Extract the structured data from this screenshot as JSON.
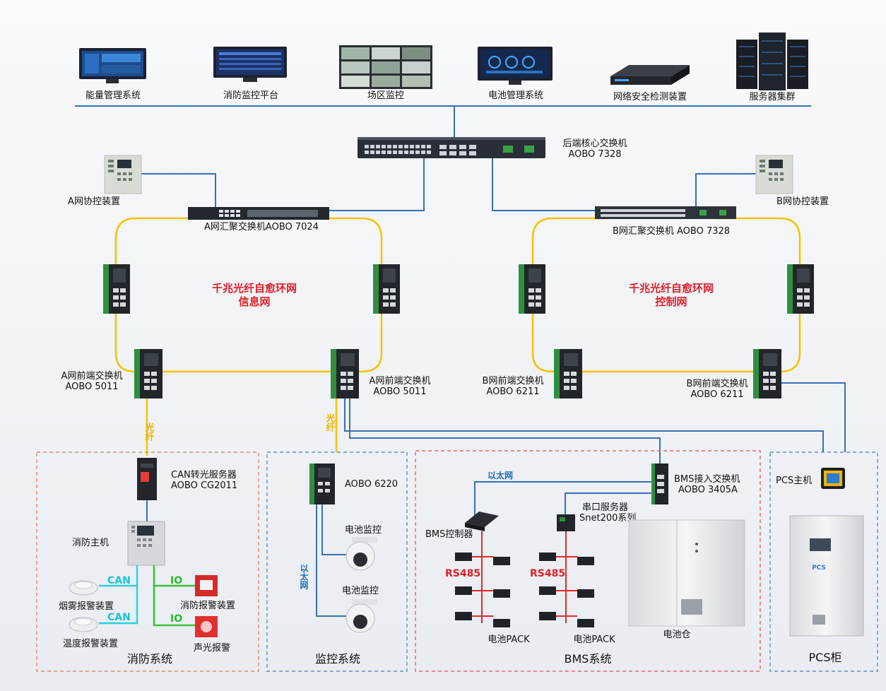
{
  "top_devices": [
    "能量管理系统",
    "消防监控平台",
    "场区监控",
    "电池管理系统",
    "网络安全检测装置",
    "服务器集群"
  ],
  "core_switch": {
    "line1": "后端核心交换机",
    "line2": "AOBO 7328"
  },
  "a_coord": "A网协控装置",
  "b_coord": "B网协控装置",
  "a_agg": "A网汇聚交换机AOBO 7024",
  "b_agg": "B网汇聚交换机 AOBO 7328",
  "ring_a": {
    "line1": "千兆光纤自愈环网",
    "line2": "信息网"
  },
  "ring_b": {
    "line1": "千兆光纤自愈环网",
    "line2": "控制网"
  },
  "a_front_left": {
    "line1": "A网前端交换机",
    "line2": "AOBO 5011"
  },
  "a_front_right": {
    "line1": "A网前端交换机",
    "line2": "AOBO 5011"
  },
  "b_front_left": {
    "line1": "B网前端交换机",
    "line2": "AOBO 6211"
  },
  "b_front_right": {
    "line1": "B网前端交换机",
    "line2": "AOBO 6211"
  },
  "fiber_label": "光纤",
  "fire": {
    "can_server": {
      "line1": "CAN转光服务器",
      "line2": "AOBO CG2011"
    },
    "host": "消防主机",
    "smoke": "烟雾报警装置",
    "temp": "温度报警装置",
    "fire_alarm": "消防报警装置",
    "sound_light": "声光报警",
    "can": "CAN",
    "io": "IO",
    "zone": "消防系统"
  },
  "monitor": {
    "switch": "AOBO 6220",
    "cam1": "电池监控",
    "cam2": "电池监控",
    "eth": "以太网",
    "zone": "监控系统"
  },
  "bms": {
    "access_switch": {
      "line1": "BMS接入交换机",
      "line2": "AOBO 3405A"
    },
    "eth": "以太网",
    "controller": "BMS控制器",
    "serial": {
      "line1": "串口服务器",
      "line2": "Snet200系列"
    },
    "rs485": "RS485",
    "pack": "电池PACK",
    "cabinet": "电池仓",
    "zone": "BMS系统"
  },
  "pcs": {
    "host": "PCS主机",
    "cabinet_text": "PCS",
    "zone": "PCS柜"
  }
}
